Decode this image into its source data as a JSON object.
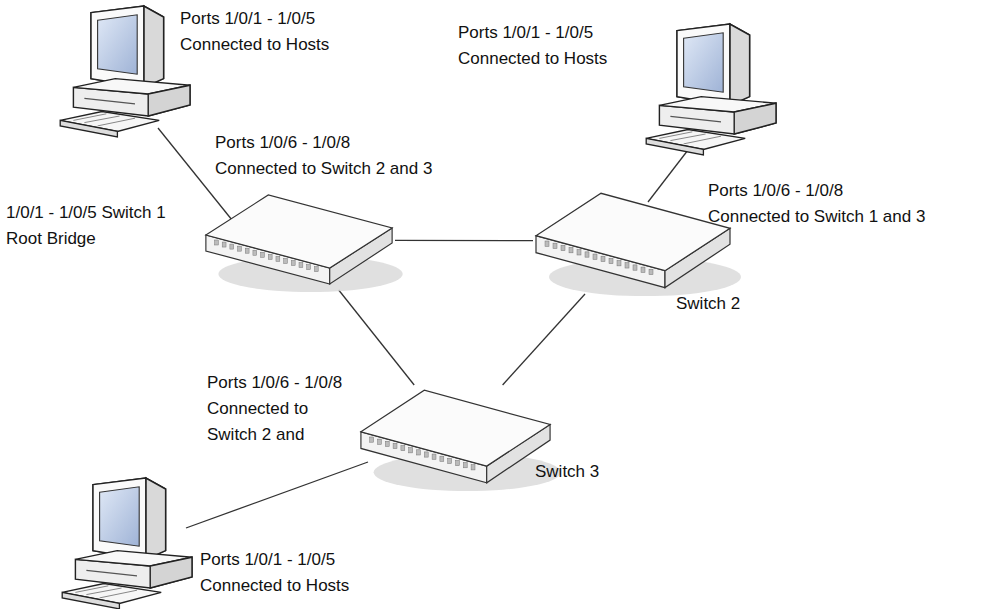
{
  "diagram": {
    "nodes": [
      {
        "text": [
          "1/0/1 - 1/0/5 Switch 1 Root Bridge"
        ]
      },
      {
        "text": [
          "Switch 2"
        ]
      },
      {
        "text": [
          "Switch 3"
        ]
      }
    ],
    "edges": [
      {
        "from": 0,
        "to": 1,
        "arrow": "none"
      },
      {
        "from": 0,
        "to": 2,
        "arrow": "none"
      },
      {
        "from": 1,
        "to": 2,
        "arrow": "none"
      }
    ],
    "labels": [
      "Ports 1/0/1 - 1/0/5 Connected to Hosts",
      "Ports 1/0/1 - 1/0/5 Connected to Hosts",
      "Ports 1/0/6 - 1/0/8 Connected to Switch 2 and 3",
      "Ports 1/0/6 - 1/0/8 Connected to Switch 1 and 3",
      "Ports 1/0/6 - 1/0/8 Connected to Switch 2 and",
      "Ports 1/0/1 - 1/0/5 Connected to Hosts"
    ]
  }
}
